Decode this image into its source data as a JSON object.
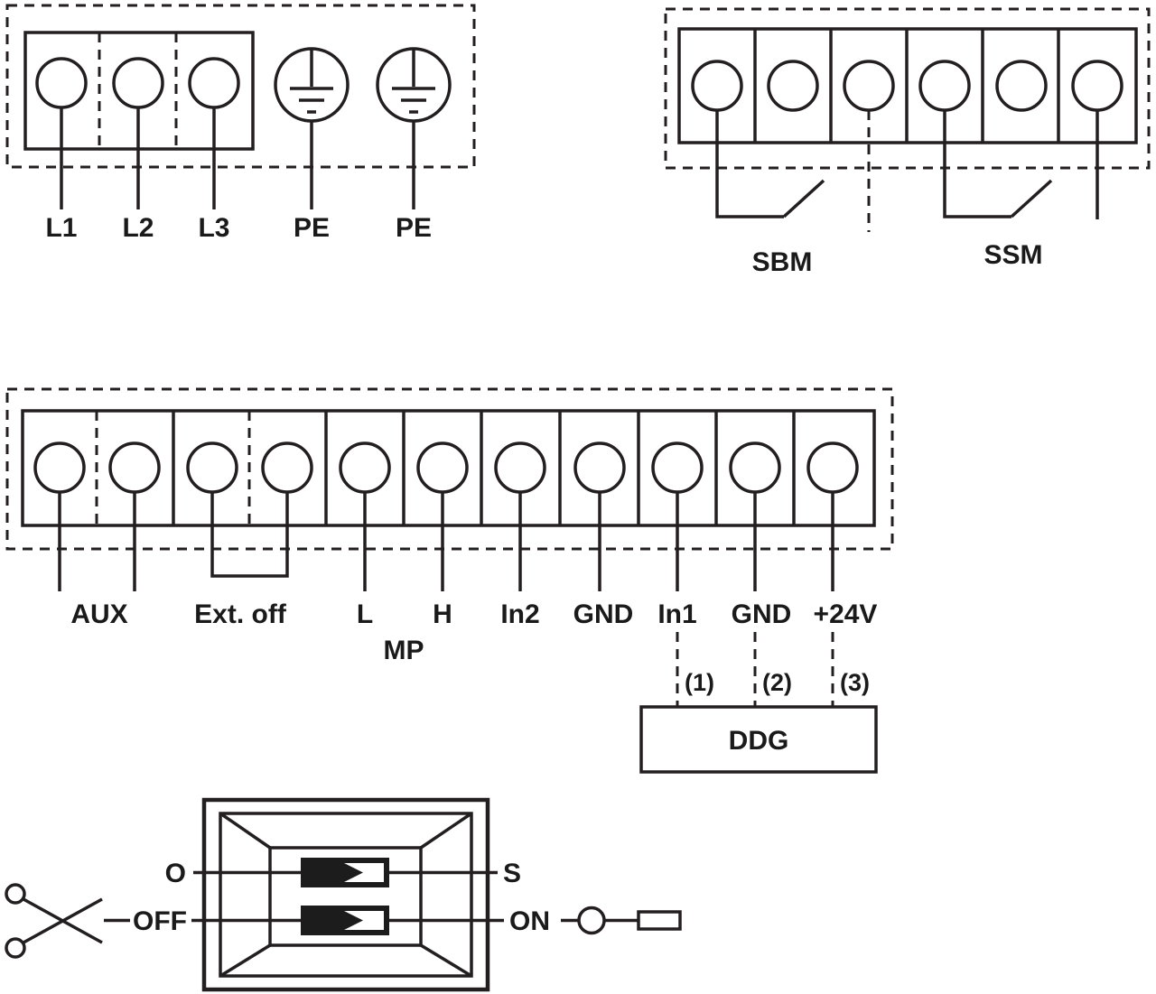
{
  "colors": {
    "line": "#231f20",
    "background": "#ffffff",
    "switch_body": "#1c1c1c",
    "text": "#1a1a1a"
  },
  "power_block": {
    "terminal_labels": [
      "L1",
      "L2",
      "L3"
    ],
    "pe_labels": [
      "PE",
      "PE"
    ]
  },
  "relay_block": {
    "sbm_label": "SBM",
    "ssm_label": "SSM"
  },
  "control_block": {
    "labels": {
      "aux": "AUX",
      "ext_off": "Ext. off",
      "l": "L",
      "h": "H",
      "mp": "MP",
      "in2": "In2",
      "gnd_a": "GND",
      "in1": "In1",
      "gnd_b": "GND",
      "plus24v": "+24V"
    },
    "sensor": {
      "pin1": "(1)",
      "pin2": "(2)",
      "pin3": "(3)",
      "box_label": "DDG"
    }
  },
  "dip_block": {
    "left_top": "O",
    "left_bottom": "OFF",
    "right_top": "S",
    "right_bottom": "ON"
  }
}
